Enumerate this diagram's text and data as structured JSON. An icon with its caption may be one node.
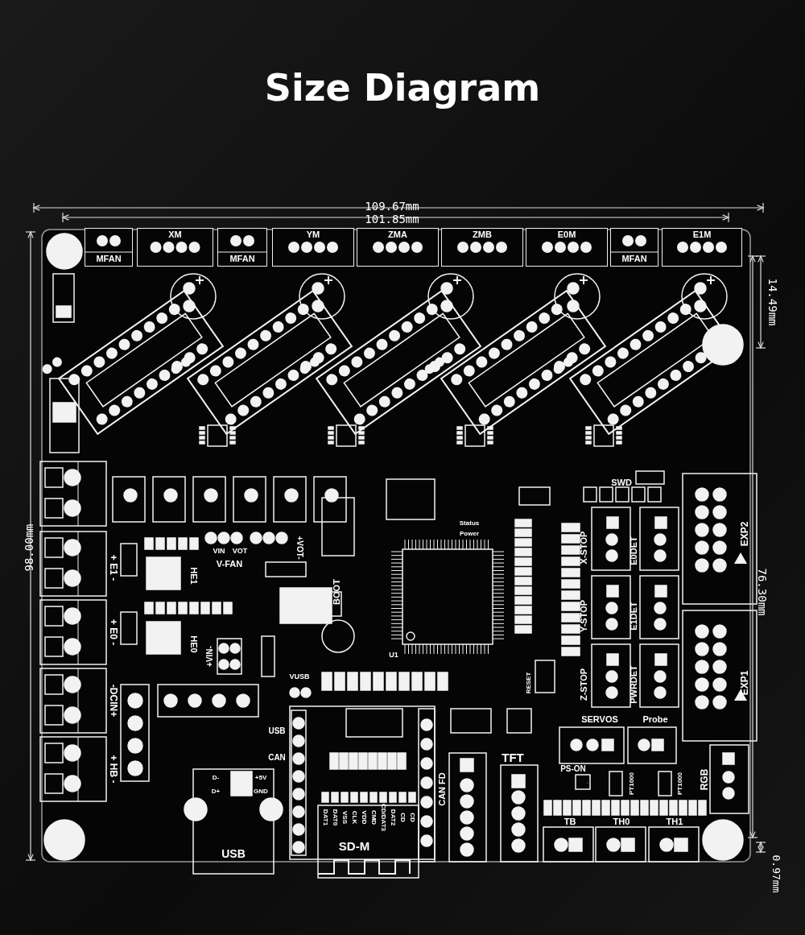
{
  "diagram": {
    "title": "Size Diagram",
    "nodes": [
      {
        "text": [
          "MFAN"
        ]
      },
      {
        "text": [
          "XM"
        ]
      },
      {
        "text": [
          "MFAN"
        ]
      },
      {
        "text": [
          "YM"
        ]
      },
      {
        "text": [
          "ZMA"
        ]
      },
      {
        "text": [
          "ZMB"
        ]
      },
      {
        "text": [
          "E0M"
        ]
      },
      {
        "text": [
          "MFAN"
        ]
      },
      {
        "text": [
          "E1M"
        ]
      }
    ],
    "labels": [
      "109.67mm",
      "101.85mm",
      "14.49mm",
      "98.00mm",
      "76.30mm",
      "0.97mm",
      "SWD",
      "Status",
      "Power",
      "V-FAN",
      "VIN",
      "VOT",
      "+VOT-",
      "+ E1 -",
      "HE1",
      "+ E0 -",
      "HE0",
      "BOOT",
      "+VIN-",
      "VUSB",
      "U1",
      "X-STOP",
      "E0DET",
      "EXP2",
      "Y-STOP",
      "E1DET",
      "Z-STOP",
      "PWRDET",
      "RESET",
      "EXP1",
      "-DCIN+",
      "+ HB -",
      "USB",
      "CAN",
      "D-",
      "+5V",
      "D+",
      "GND",
      "USB",
      "DAT1",
      "DAT0",
      "VSS",
      "CLK",
      "VDD",
      "CMD",
      "CD/DAT3",
      "DAT2",
      "CD",
      "CD",
      "SD-M",
      "CAN FD",
      "TFT",
      "SERVOS",
      "Probe",
      "PS-ON",
      "PT1000",
      "PT1000",
      "RGB",
      "TB",
      "TH0",
      "TH1"
    ]
  }
}
